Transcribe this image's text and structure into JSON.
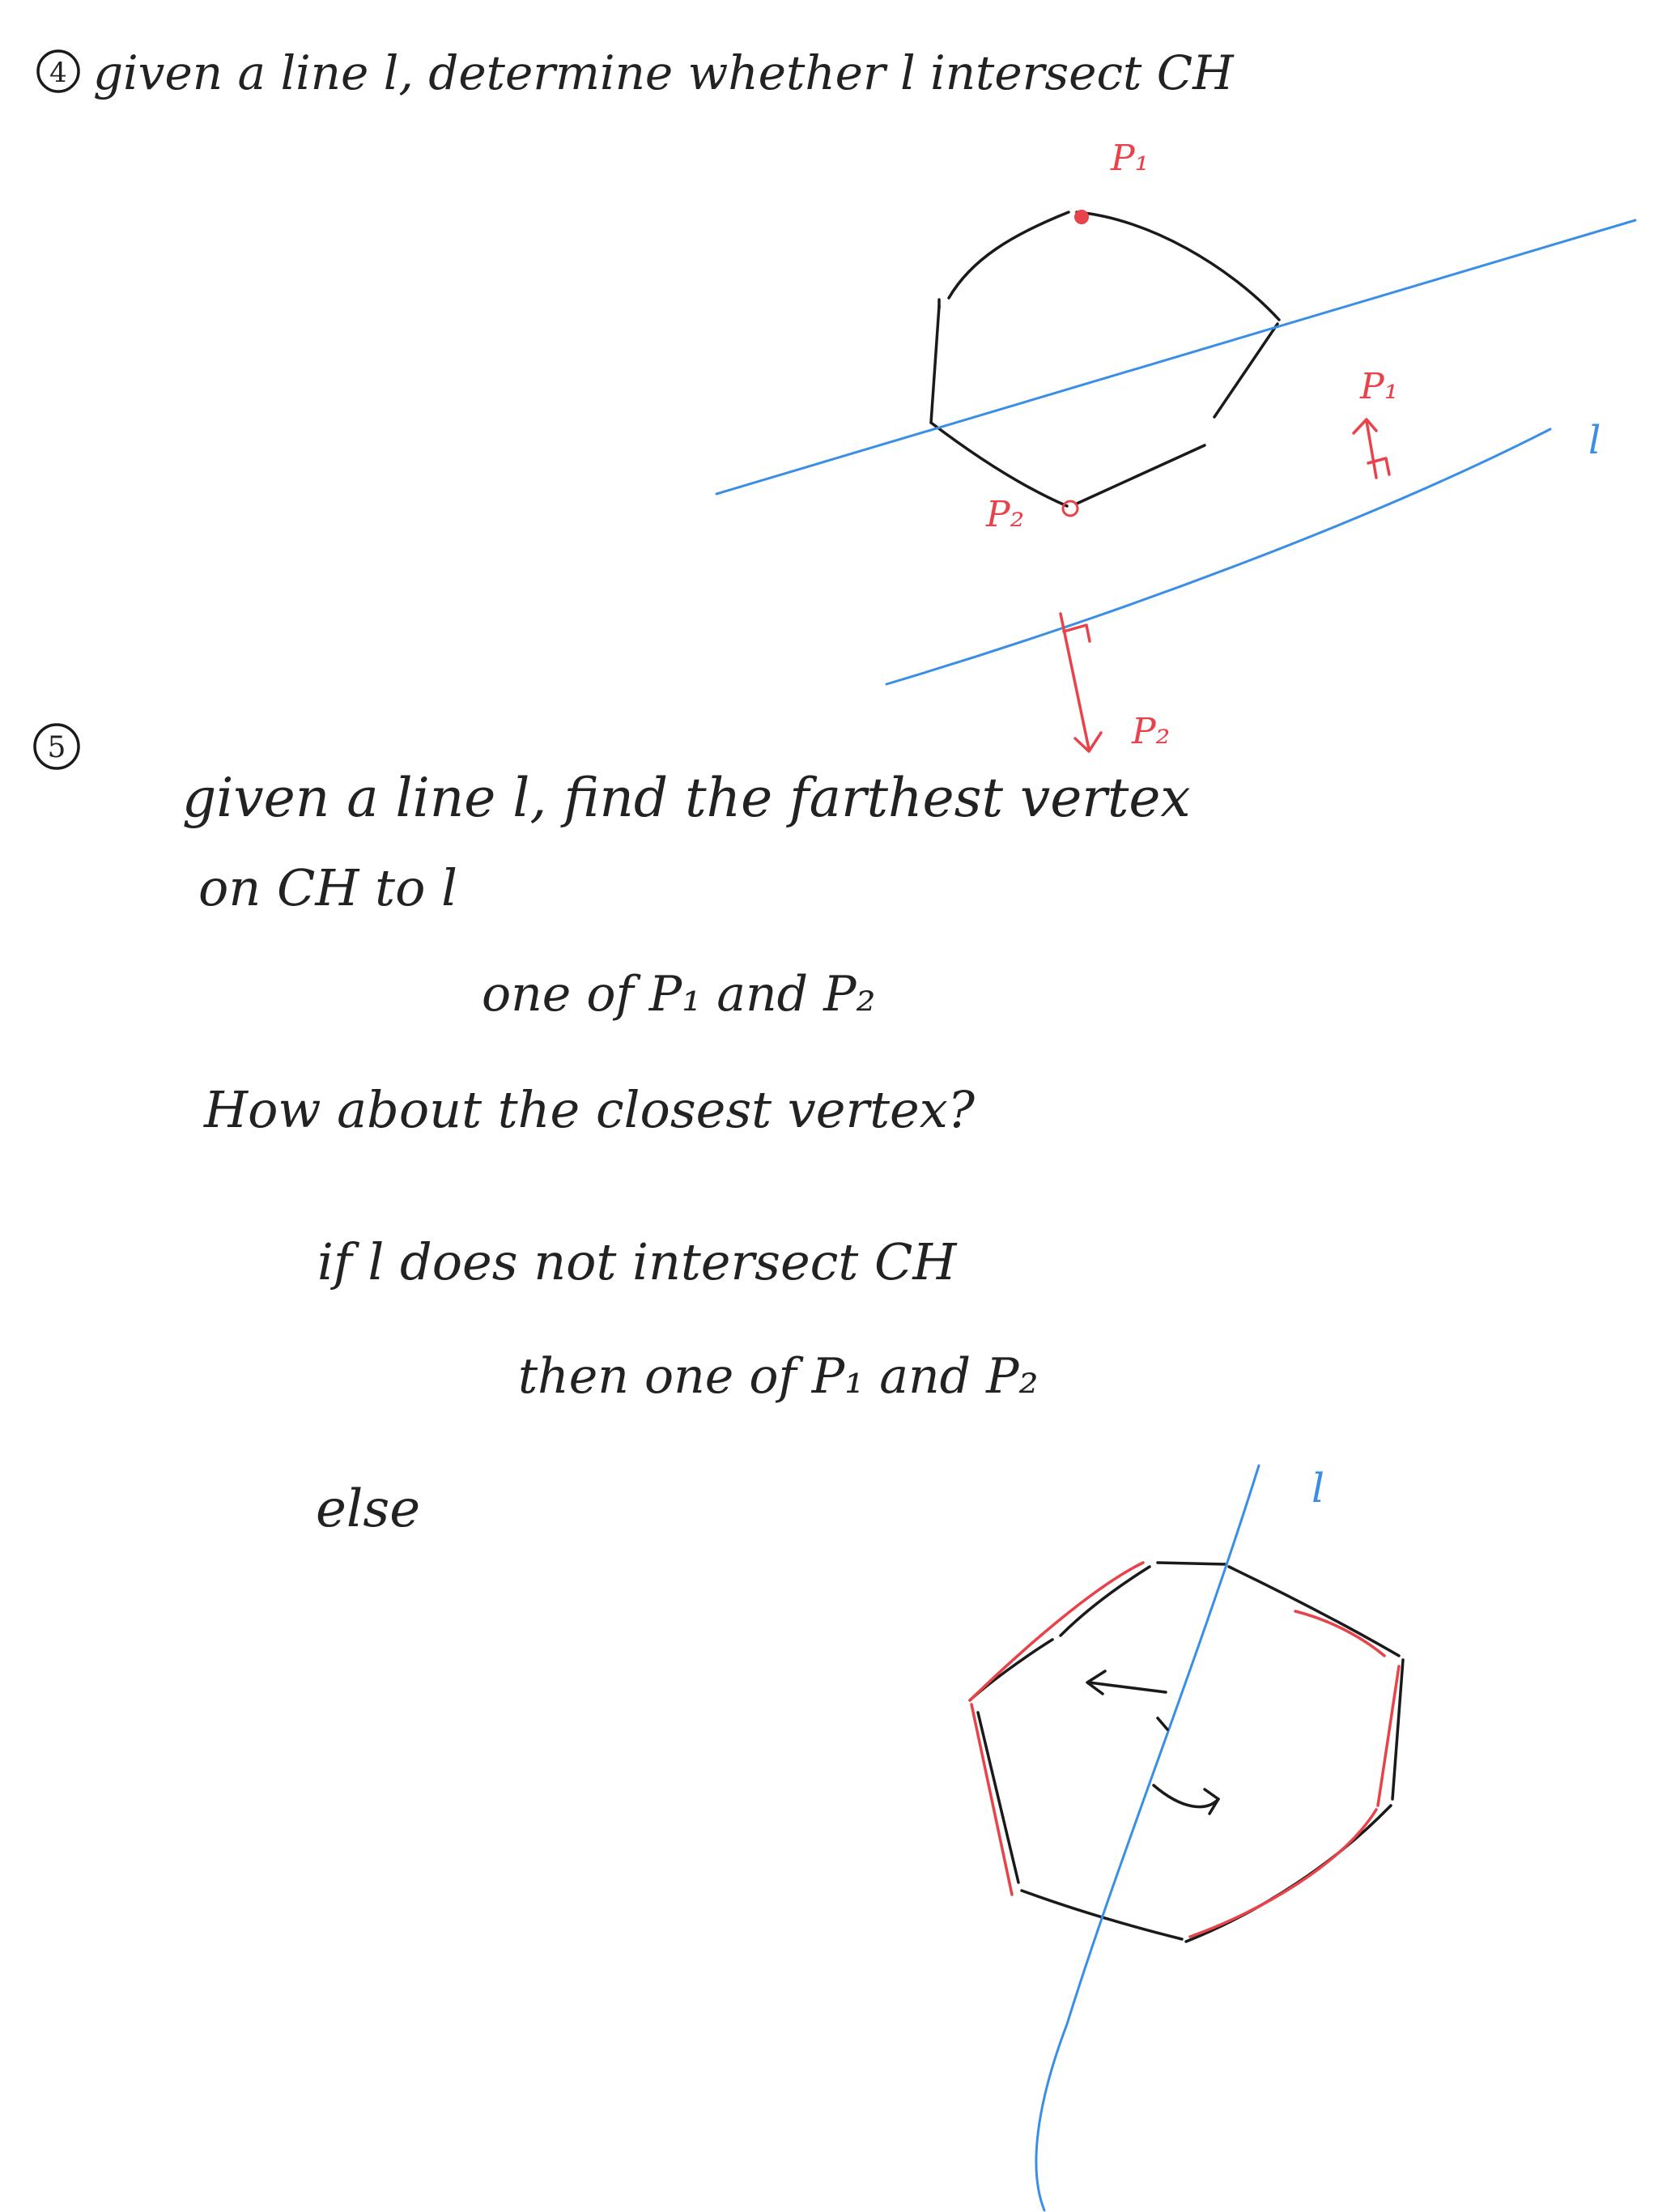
{
  "colors": {
    "ink": "#222222",
    "red_ink": "#e8434a",
    "blue_ink": "#3a8ee6"
  },
  "section4": {
    "number": "4",
    "title": "given a line l, determine whether l intersect CH",
    "labels": {
      "p1_top": "P₁",
      "p2_bottom": "P₂",
      "p1_normal": "P₁",
      "line_l": "l"
    }
  },
  "section5": {
    "number": "5",
    "line1": "given a line l,  find the farthest vertex",
    "line2": "on CH to l",
    "line3": "one of P₁ and P₂",
    "line4": "How about the closest vertex?",
    "line5": "if  l does not intersect CH",
    "line6": "then  one of P₁ and P₂",
    "line7": "else",
    "labels": {
      "p2_normal": "P₂",
      "line_l": "l"
    }
  }
}
